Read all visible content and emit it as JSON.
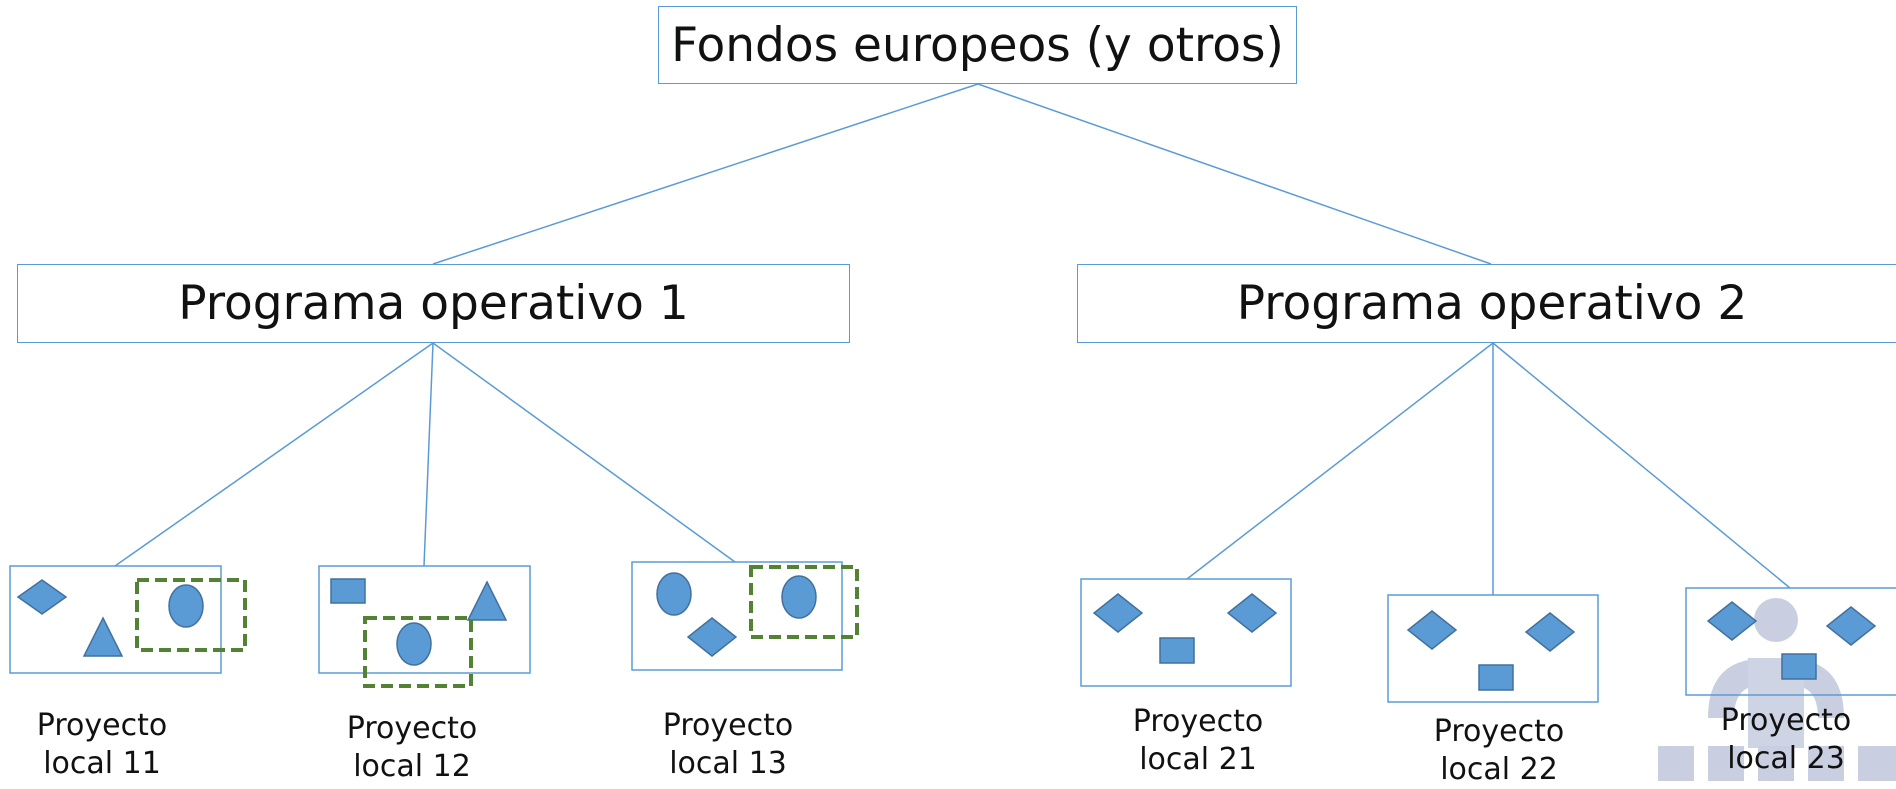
{
  "root": {
    "label": "Fondos europeos (y otros)"
  },
  "programs": [
    {
      "label": "Programa operativo 1"
    },
    {
      "label": "Programa operativo 2"
    }
  ],
  "projects": [
    {
      "line1": "Proyecto",
      "line2": "local 11"
    },
    {
      "line1": "Proyecto",
      "line2": "local 12"
    },
    {
      "line1": "Proyecto",
      "line2": "local 13"
    },
    {
      "line1": "Proyecto",
      "line2": "local 21"
    },
    {
      "line1": "Proyecto",
      "line2": "local 22"
    },
    {
      "line1": "Proyecto",
      "line2": "local 23"
    }
  ],
  "colors": {
    "line": "#5b9bd5",
    "shape_fill": "#5b9bd5",
    "shape_stroke": "#41719c",
    "dashed_highlight": "#548235",
    "watermark": "#c9cfe0"
  },
  "icons": [
    "diamond-icon",
    "triangle-icon",
    "ellipse-icon",
    "square-icon",
    "dashed-highlight-box",
    "logo-watermark"
  ]
}
